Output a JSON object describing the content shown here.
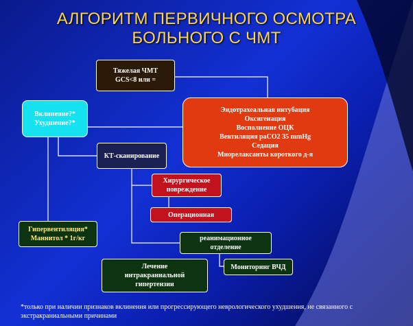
{
  "slide": {
    "title_line1": "АЛГОРИТМ ПЕРВИЧНОГО ОСМОТРА",
    "title_line2": "БОЛЬНОГО С ЧМТ",
    "boxes": {
      "severe_tbi": "Тяжелая ЧМТ\nGCS<8 или =",
      "intubation": "Эндотрахеальная интубация\nОксигенация\nВосполнение ОЦК\nВентиляция раСО2 35 mmHg\nСедация\nМиорелаксанты короткого д-я",
      "herniation": "Вклинение?*\nУхудшение?*",
      "ct_scan": "КТ-сканирование",
      "surgical": "Хирургическое\nповреждение",
      "operation": "Операционная",
      "hyperventilation": "Гипервентиляция*\nМаннитол * 1г/кг",
      "icu": "реанимационное\nотделение",
      "icp_monitoring": "Мониторинг ВЧД",
      "treatment": "Лечение\nинтракраниальной\nгипертензии"
    },
    "footnote": "*только при наличии признаков вклинения или прогрессирующего неврологического ухудшения, не связанного с экстракраниальными причинами"
  },
  "colors": {
    "title": "#ffd54a",
    "background_blue": "#1230d4",
    "intubation_box": "#e23a10",
    "herniation_box": "#16e1f0",
    "operation_box": "#c2121e",
    "green_box": "#0d3410"
  }
}
